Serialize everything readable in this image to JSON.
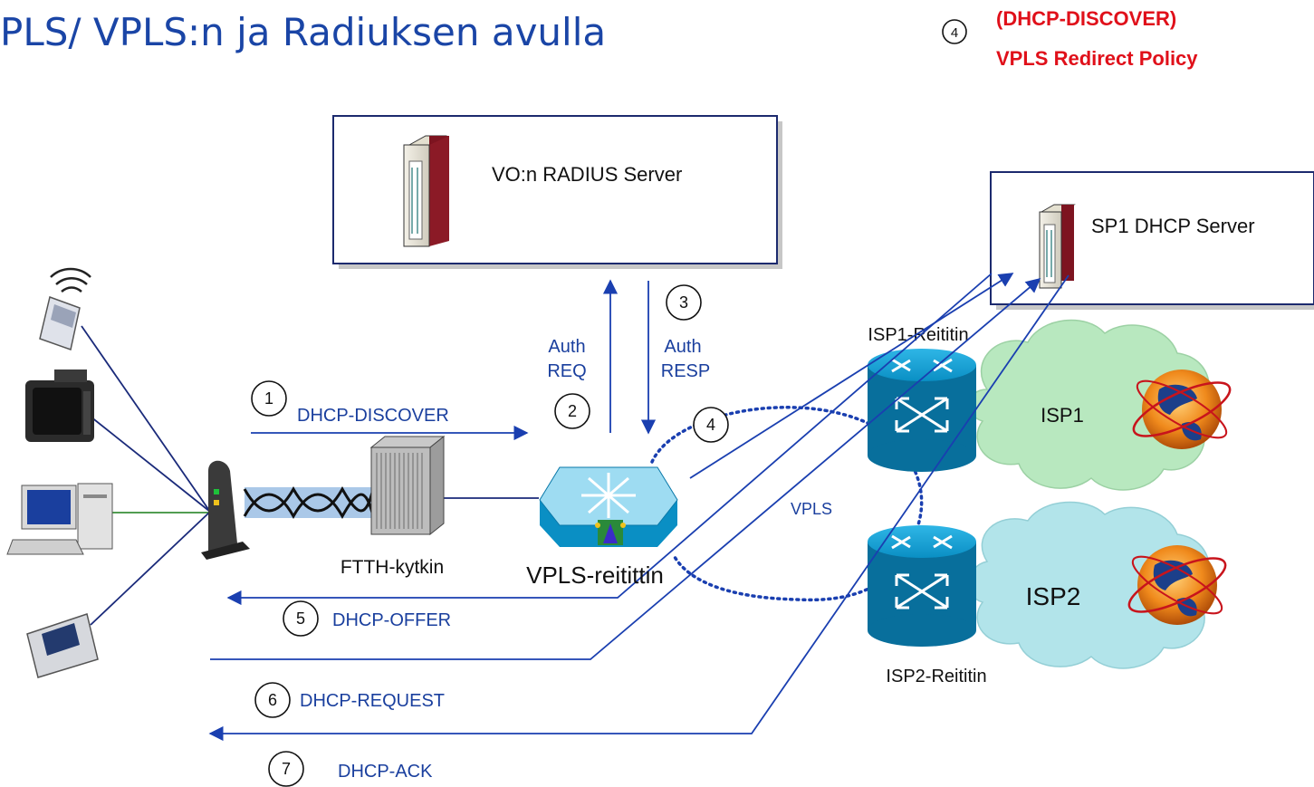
{
  "title": "PLS/ VPLS:n ja Radiuksen avulla",
  "callout": {
    "step": "4",
    "line1": "(DHCP-DISCOVER)",
    "line2": "VPLS Redirect Policy"
  },
  "nodes": {
    "radius_server": "VO:n RADIUS Server",
    "dhcp_server": "SP1 DHCP Server",
    "ftth_switch": "FTTH-kytkin",
    "vpls_router": "VPLS-reitittin",
    "isp1_router": "ISP1-Reititin",
    "isp2_router": "ISP2-Reititin",
    "isp1_cloud": "ISP1",
    "isp2_cloud": "ISP2",
    "vpls_label": "VPLS"
  },
  "steps": [
    {
      "num": "1",
      "label": "DHCP-DISCOVER"
    },
    {
      "num": "2",
      "label": "Auth REQ",
      "line1": "Auth",
      "line2": "REQ"
    },
    {
      "num": "3",
      "label": "Auth RESP",
      "line1": "Auth",
      "line2": "RESP"
    },
    {
      "num": "4",
      "label": ""
    },
    {
      "num": "5",
      "label": "DHCP-OFFER"
    },
    {
      "num": "6",
      "label": "DHCP-REQUEST"
    },
    {
      "num": "7",
      "label": "DHCP-ACK"
    }
  ],
  "colors": {
    "title": "#1a45a6",
    "flow": "#1a3fb0",
    "callout": "#e0101a",
    "isp1_cloud": "#b8e8bf",
    "isp2_cloud": "#b2e4ea",
    "router": "#0a8fc4"
  }
}
